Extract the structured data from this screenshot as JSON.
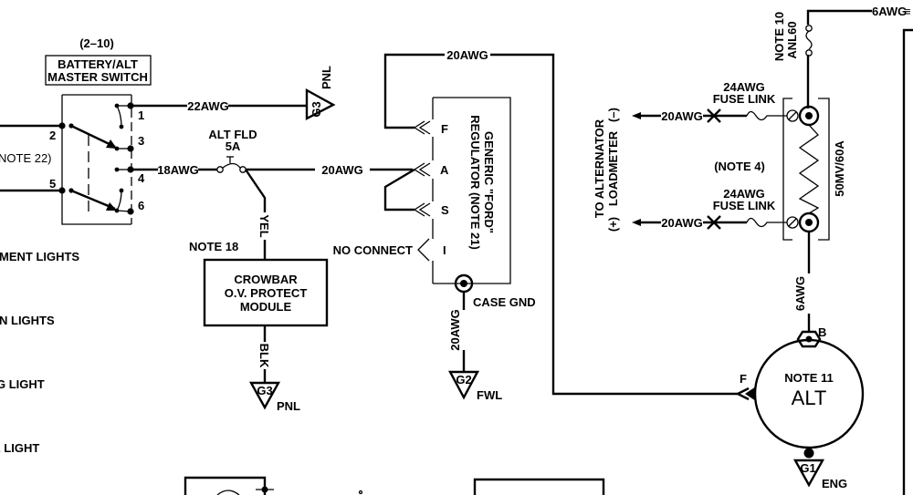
{
  "diagram": {
    "type": "electrical-wiring-schematic",
    "master_switch": {
      "ref": "(2–10)",
      "title_line1": "BATTERY/ALT",
      "title_line2": "MASTER SWITCH",
      "terminals": [
        "1",
        "2",
        "3",
        "4",
        "5",
        "6"
      ],
      "side_note": "NOTE 22)"
    },
    "wires": {
      "sw1_to_ground": "22AWG",
      "sw4_to_breaker": "18AWG",
      "breaker_to_regulator": "20AWG",
      "regulator_f_loop": "20AWG",
      "case_gnd_wire": "20AWG",
      "loadmeter_neg": "20AWG",
      "loadmeter_pos": "20AWG",
      "shunt_to_alt": "6AWG",
      "top_feed": "6AWG",
      "crowbar_in": "YEL",
      "crowbar_out": "BLK"
    },
    "breaker": {
      "label_line1": "ALT FLD",
      "label_line2": "5A"
    },
    "grounds": [
      {
        "id": "G3",
        "location": "PNL"
      },
      {
        "id": "G3",
        "location": "PNL"
      },
      {
        "id": "G2",
        "location": "FWL"
      },
      {
        "id": "G1",
        "location": "ENG"
      }
    ],
    "crowbar": {
      "note": "NOTE 18",
      "line1": "CROWBAR",
      "line2": "O.V. PROTECT",
      "line3": "MODULE"
    },
    "regulator": {
      "title_line1": "GENERIC \"FORD\"",
      "title_line2": "REGULATOR (NOTE 21)",
      "terminals": [
        "F",
        "A",
        "S",
        "I"
      ],
      "no_connect": "NO CONNECT",
      "case_gnd": "CASE GND"
    },
    "fuse": {
      "note": "NOTE 10",
      "rating": "ANL60"
    },
    "shunt": {
      "note": "(NOTE 4)",
      "rating": "50MV/60A",
      "fuse_link_gauge": "24AWG",
      "fuse_link_label": "FUSE LINK"
    },
    "loadmeter": {
      "line1": "TO ALTERNATOR",
      "line2": "LOADMETER",
      "neg": "(–)",
      "pos": "(+)"
    },
    "alternator": {
      "note": "NOTE 11",
      "label": "ALT",
      "terminal_b": "B",
      "terminal_f": "F"
    },
    "left_labels": [
      "MENT LIGHTS",
      "N LIGHTS",
      "G LIGHT",
      "E LIGHT"
    ]
  }
}
